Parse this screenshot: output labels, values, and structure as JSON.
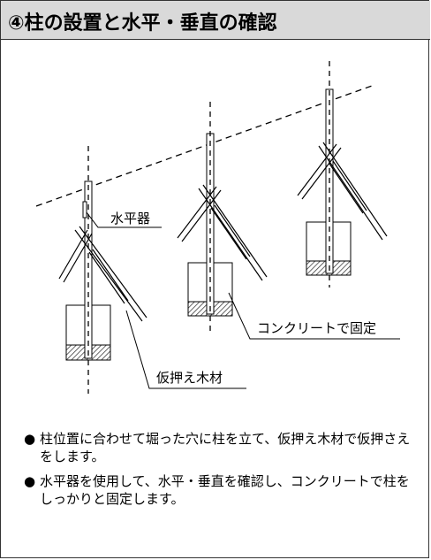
{
  "header": {
    "title": "④柱の設置と水平・垂直の確認"
  },
  "diagram": {
    "label_level": "水平器",
    "label_concrete": "コンクリートで固定",
    "label_brace": "仮押え木材"
  },
  "notes": [
    {
      "bullet": "●",
      "text": "柱位置に合わせて堀った穴に柱を立て、仮押え木材で仮押さえをします。"
    },
    {
      "bullet": "●",
      "text": "水平器を使用して、水平・垂直を確認し、コンクリートで柱をしっかりと固定します。"
    }
  ]
}
